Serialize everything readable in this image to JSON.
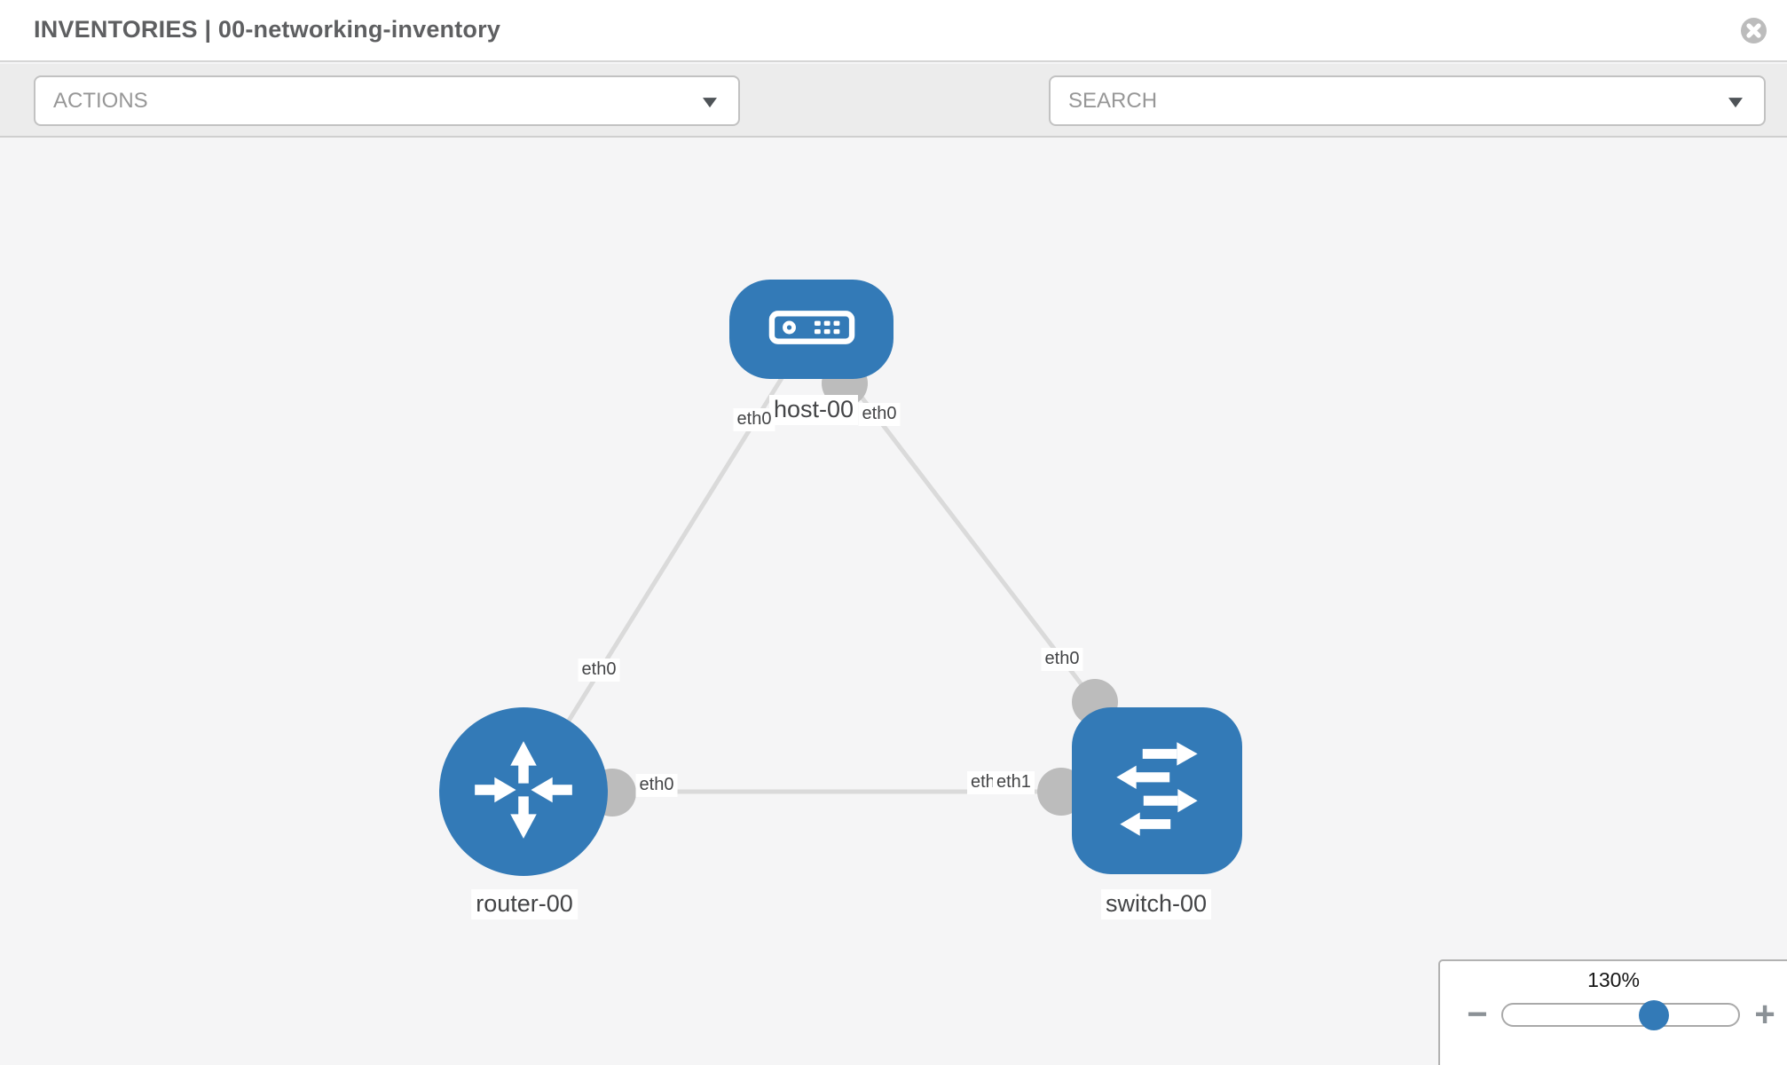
{
  "header": {
    "title": "INVENTORIES | 00-networking-inventory"
  },
  "toolbar": {
    "actions_label": "ACTIONS",
    "search_label": "SEARCH",
    "icons": [
      "wrench-icon",
      "key-icon"
    ]
  },
  "topology": {
    "nodes": [
      {
        "name": "host-00",
        "type": "host",
        "shape": "rounded-rect",
        "icon": "server-icon",
        "color": "#337ab7"
      },
      {
        "name": "router-00",
        "type": "router",
        "shape": "circle",
        "icon": "route-arrows-icon",
        "color": "#337ab7"
      },
      {
        "name": "switch-00",
        "type": "switch",
        "shape": "rounded-square",
        "icon": "exchange-arrows-icon",
        "color": "#337ab7"
      }
    ],
    "links": [
      {
        "source": "host-00",
        "target": "router-00",
        "source_interface": "eth0",
        "target_interface": "eth0"
      },
      {
        "source": "host-00",
        "target": "switch-00",
        "source_interface": "eth0",
        "target_interface": "eth0"
      },
      {
        "source": "router-00",
        "target": "switch-00",
        "source_interface": "eth0",
        "target_interface": "eth1"
      }
    ],
    "interface_labels": {
      "hr_host_end": "eth0",
      "hs_host_end": "eth0",
      "hr_router_end": "eth0",
      "hs_switch_end": "eth0",
      "rs_router_end": "eth0",
      "rs_switch_end_back": "eth0",
      "rs_switch_end_front": "eth1"
    }
  },
  "zoom_control": {
    "level": "130%",
    "minus_label": "−",
    "plus_label": "+"
  },
  "colors": {
    "node_blue": "#337ab7",
    "link_gray": "#dadada",
    "connector_gray": "#bcbcbc",
    "canvas_bg": "#f5f5f6",
    "toolbar_bg": "#ececec"
  }
}
